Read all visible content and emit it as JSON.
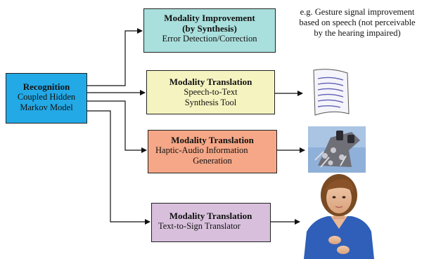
{
  "recognition": {
    "title": "Recognition",
    "line1": "Coupled Hidden",
    "line2": "Markov Model"
  },
  "improvement": {
    "title": "Modality Improvement",
    "subtitle": "(by Synthesis)",
    "line1": "Error Detection/Correction"
  },
  "speech_translation": {
    "title": "Modality Translation",
    "line1": "Speech-to-Text",
    "line2": "Synthesis Tool"
  },
  "haptic_translation": {
    "title": "Modality Translation",
    "line1": "Haptic-Audio Information",
    "line2": "Generation"
  },
  "sign_translation": {
    "title": "Modality Translation",
    "line1": "Text-to-Sign Translator"
  },
  "note": {
    "line1": "e.g. Gesture signal improvement",
    "line2": "based on speech (not perceivable",
    "line3": "by the hearing impaired)"
  },
  "outputs": {
    "text_icon": "document-icon",
    "haptic_icon": "haptic-glove-icon",
    "sign_icon": "sign-language-avatar-icon"
  },
  "colors": {
    "recognition": "#23a9e6",
    "improvement": "#a9dfdc",
    "speech": "#f5f3c0",
    "haptic": "#f5a787",
    "sign": "#d8c0dc"
  }
}
